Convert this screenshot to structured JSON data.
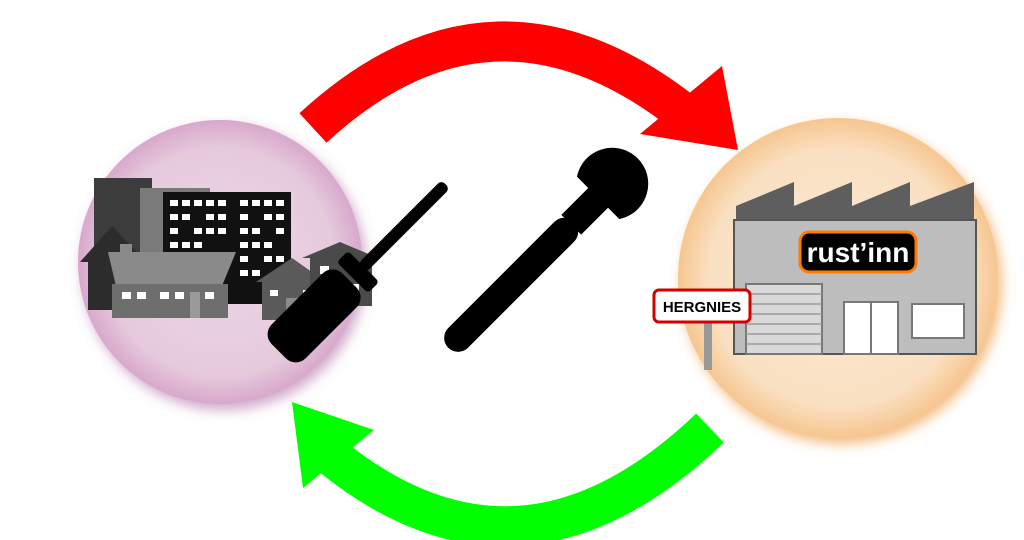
{
  "diagram": {
    "left_node": {
      "name": "town-housing",
      "circle_color": "#e8cfe0",
      "glow_color": "#b070a8"
    },
    "right_node": {
      "name": "factory",
      "circle_color": "#fbe3c8",
      "glow_color": "#f0a050",
      "brand_label": "rust’inn",
      "town_sign_label": "HERGNIES"
    },
    "center_icon": "tools-icon",
    "arrows": [
      {
        "direction": "left-to-right",
        "position": "top",
        "color": "#ff0000"
      },
      {
        "direction": "right-to-left",
        "position": "bottom",
        "color": "#00ff00"
      }
    ]
  }
}
